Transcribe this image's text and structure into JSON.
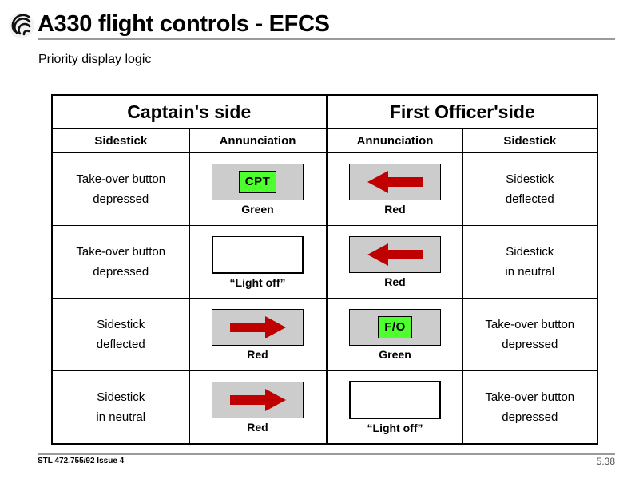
{
  "slide": {
    "title": "A330 flight controls - EFCS",
    "subtitle": "Priority display logic",
    "logo_icon": "spiral-logo-icon"
  },
  "colors": {
    "lamp_green": "#4DFF2E",
    "arrow_red": "#C00000",
    "panel_gray": "#CCCCCC",
    "rule_gray": "#9A9A9A"
  },
  "table": {
    "side_headers": [
      {
        "label": "Captain's side"
      },
      {
        "label": "First Officer'side"
      }
    ],
    "column_headers": [
      {
        "label": "Sidestick"
      },
      {
        "label": "Annunciation"
      },
      {
        "label": "Annunciation"
      },
      {
        "label": "Sidestick"
      }
    ],
    "rows": [
      {
        "capt_sidestick": {
          "line1": "Take-over button",
          "line2": "depressed"
        },
        "capt_annunciation": {
          "kind": "lamp",
          "lamp_text": "CPT",
          "caption": "Green",
          "panel_lit": true
        },
        "fo_annunciation": {
          "kind": "arrow",
          "arrow_direction": "left",
          "caption": "Red",
          "panel_lit": true
        },
        "fo_sidestick": {
          "line1": "Sidestick",
          "line2": "deflected"
        }
      },
      {
        "capt_sidestick": {
          "line1": "Take-over button",
          "line2": "depressed"
        },
        "capt_annunciation": {
          "kind": "blank",
          "lamp_text": "",
          "caption": "“Light off”",
          "panel_lit": false
        },
        "fo_annunciation": {
          "kind": "arrow",
          "arrow_direction": "left",
          "caption": "Red",
          "panel_lit": true
        },
        "fo_sidestick": {
          "line1": "Sidestick",
          "line2": "in neutral"
        }
      },
      {
        "capt_sidestick": {
          "line1": "Sidestick",
          "line2": "deflected"
        },
        "capt_annunciation": {
          "kind": "arrow",
          "arrow_direction": "right",
          "caption": "Red",
          "panel_lit": true
        },
        "fo_annunciation": {
          "kind": "lamp",
          "lamp_text": "F/O",
          "caption": "Green",
          "panel_lit": true
        },
        "fo_sidestick": {
          "line1": "Take-over button",
          "line2": "depressed"
        }
      },
      {
        "capt_sidestick": {
          "line1": "Sidestick",
          "line2": "in neutral"
        },
        "capt_annunciation": {
          "kind": "arrow",
          "arrow_direction": "right",
          "caption": "Red",
          "panel_lit": true
        },
        "fo_annunciation": {
          "kind": "blank",
          "lamp_text": "",
          "caption": "“Light off”",
          "panel_lit": false
        },
        "fo_sidestick": {
          "line1": "Take-over button",
          "line2": "depressed"
        }
      }
    ]
  },
  "footer": {
    "document_ref": "STL 472.755/92 Issue 4",
    "page_number": "5.38"
  }
}
